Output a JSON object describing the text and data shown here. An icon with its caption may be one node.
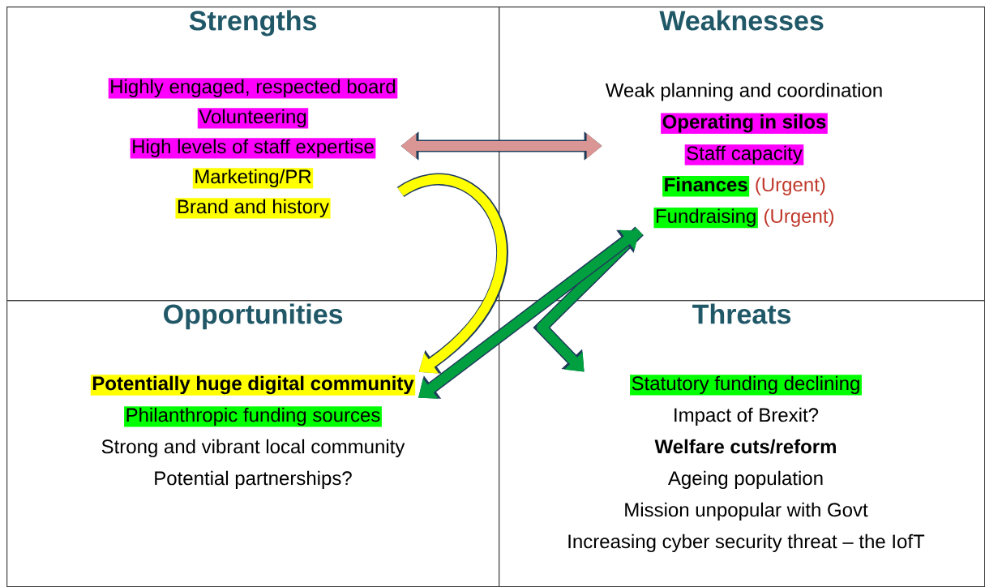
{
  "diagram": {
    "nodes": [
      {
        "text": [
          "Strengths"
        ]
      },
      {
        "text": [
          "Highly engaged, respected board",
          "Volunteering",
          "High levels of staff expertise",
          "Marketing/PR",
          "Brand and history"
        ],
        "in": 0
      },
      {
        "text": [
          "Weaknesses"
        ]
      },
      {
        "text": [
          "Weak planning and coordination",
          "Operating in silos",
          "Staff capacity",
          "Finances",
          "(Urgent)",
          "Fundraising",
          "(Urgent)"
        ],
        "in": 2
      },
      {
        "text": [
          "Opportunities"
        ]
      },
      {
        "text": [
          "Potentially huge digital community",
          "Philanthropic funding sources",
          "Strong and vibrant local community",
          "Potential partnerships?"
        ],
        "in": 4
      },
      {
        "text": [
          "Threats"
        ]
      },
      {
        "text": [
          "Statutory funding declining",
          "Impact of Brexit?",
          "Welfare cuts/reform",
          "Ageing population",
          "Mission unpopular with Govt",
          "Increasing cyber security threat – the IofT"
        ],
        "in": 6
      }
    ],
    "edges": [
      {
        "from": 1,
        "to": 3,
        "arrow": "both",
        "color": "#d99694"
      },
      {
        "from": 1,
        "to": 5,
        "arrow": "to",
        "color": "#ffff00"
      },
      {
        "from": 3,
        "to": 5,
        "arrow": "both",
        "color": "#00a040"
      },
      {
        "from": 3,
        "to": 7,
        "arrow": "to",
        "color": "#00a040"
      }
    ]
  }
}
